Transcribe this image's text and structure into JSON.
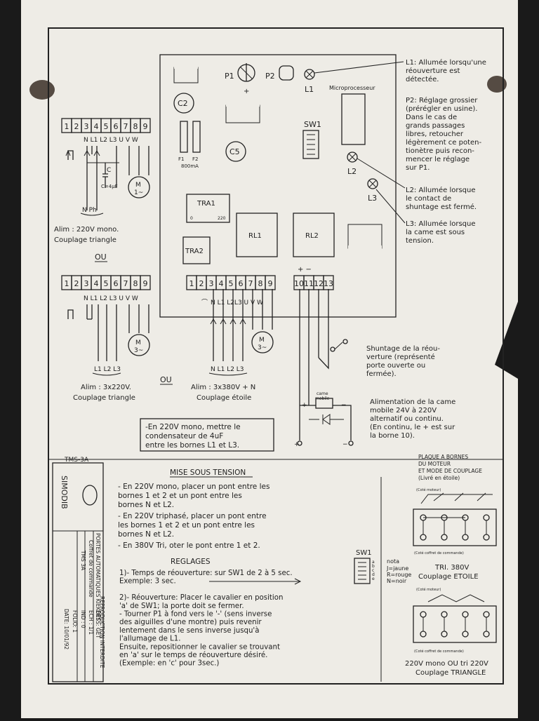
{
  "leds": {
    "l1": "L1",
    "l2": "L2",
    "l3": "L3"
  },
  "pots": {
    "p1": "P1",
    "p2": "P2"
  },
  "components": {
    "c2": "C2",
    "c5": "C5",
    "f1": "F1",
    "f2": "F2",
    "fuse_rating": "800mA",
    "sw1": "SW1",
    "microprocessor": "Microprocesseur",
    "tra1": "TRA1",
    "tra1_pin0": "0",
    "tra1_pin220": "220",
    "tra2": "TRA2",
    "rl1": "RL1",
    "rl2": "RL2",
    "plus_minus": "+ −"
  },
  "terminal_numbers": [
    "1",
    "2",
    "3",
    "4",
    "5",
    "6",
    "7",
    "8",
    "9"
  ],
  "terminal_numbers_2": [
    "10",
    "11",
    "12",
    "13"
  ],
  "terminal_labels": "N  L1 L2 L3  U  V  W",
  "terminal_labels_board": "N L1 L2L3 U V W",
  "wiring": {
    "mono_caption_1": "Alim : 220V mono.",
    "mono_caption_2": "Couplage triangle",
    "npH": "N Ph",
    "cap": "C",
    "cap_value": "C=4µF",
    "or_1": "OU",
    "or_2": "OU",
    "tri220_caption_1": "Alim : 3x220V.",
    "tri220_caption_2": "Couplage triangle",
    "tri380_caption_1": "Alim : 3x380V + N",
    "tri380_caption_2": "Couplage étoile",
    "lines_3": "L1 L2 L3",
    "lines_4": "N L1 L2 L3",
    "motor": "M",
    "motor_sym": "3~",
    "motor_mono": "1~",
    "uvw": "U V W"
  },
  "notes": {
    "l1_text": [
      "L1: Allumée lorsqu'une",
      "réouverture est",
      "détectée."
    ],
    "p2_text": [
      "P2: Réglage grossier",
      "(prérégler en usine).",
      "Dans le cas de",
      "grands passages",
      "libres, retoucher",
      "légèrement ce poten-",
      "tionètre puis recon-",
      "mencer le réglage",
      "sur P1."
    ],
    "l2_text": [
      "L2: Allumée lorsque",
      "le contact de",
      "shuntage est fermé."
    ],
    "l3_text": [
      "L3: Allumée lorsque",
      "la came est sous",
      "tension."
    ],
    "shunt_text": [
      "Shuntage de la réou-",
      "verture (représenté",
      "porte ouverte ou",
      "fermée)."
    ],
    "came_text": [
      "Alimentation de la came",
      "mobile 24V à 220V",
      "alternatif ou continu.",
      "(En continu, le + est sur",
      "la borne 10)."
    ],
    "came_label": [
      "came",
      "mobile"
    ],
    "box_text": [
      "-En 220V mono, mettre le",
      "condensateur de 4uF",
      "entre les bornes L1 et L3."
    ]
  },
  "mise_sous_tension": {
    "title": "MISE SOUS TENSION",
    "items": [
      [
        "- En 220V mono, placer un pont entre les",
        "  bornes 1 et 2 et un pont entre les",
        "  bornes N et L2."
      ],
      [
        "- En 220V triphasé, placer un pont entre",
        "  les bornes 1 et 2 et un pont entre les",
        "  bornes N et L2."
      ],
      [
        "- En 380V Tri, oter le pont entre 1 et 2."
      ]
    ]
  },
  "reglages": {
    "title": "REGLAGES",
    "lines": [
      "1)- Temps de réouverture: sur SW1 de 2 à 5 sec.",
      "     Exemple: 3 sec.",
      "",
      "2)- Réouverture: Placer le cavalier en position",
      "     'a' de SW1; la porte doit se fermer.",
      "   - Tourner P1 à fond vers le '-' (sens inverse",
      "     des aiguilles d'une montre) puis revenir",
      "     lentement dans le sens inverse jusqu'à",
      "     l'allumage de L1.",
      "     Ensuite, repositionner le cavalier se trouvant",
      "     en 'a' sur le temps de réouverture désiré.",
      "     (Exemple: en 'c' pour 3sec.)"
    ],
    "sw1": "SW1",
    "sw1_letters": [
      "a",
      "b",
      "c",
      "d",
      "e"
    ]
  },
  "plaque": {
    "title": [
      "PLAQUE A BORNES",
      "DU MOTEUR",
      "ET MODE DE COUPLAGE",
      "(Livré en étoile)"
    ],
    "cote_moteur": "(Coté moteur)",
    "cote_coffret": "(Coté coffret de commande)",
    "note_title": "nota",
    "note_lines": [
      "J=jaune",
      "R=rouge",
      "N=noir"
    ],
    "tri380": "TRI. 380V",
    "etoile": "Couplage ETOILE",
    "mono_tri": "220V mono OU tri 220V",
    "triangle": "Couplage TRIANGLE"
  },
  "title_block": {
    "ref": "TMS-3A",
    "logo": "SIMODIB",
    "product": [
      "PORTES AUTOMATIQUES KIEKERT",
      "Coffret de commande",
      "TMS 3A"
    ],
    "desc": "DESS: GET",
    "ech": "ECH : 1/1",
    "ind": "IND : 0",
    "folio": "FOLIO: 1",
    "date": "DATE: 10/01/92",
    "repro": "REPRODUCTION INTERDITE"
  }
}
